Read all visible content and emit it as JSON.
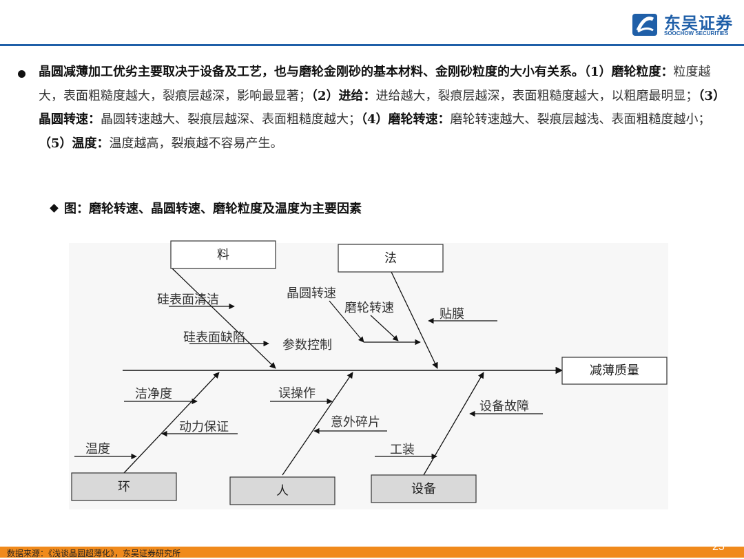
{
  "brand": {
    "name_cn": "东吴证券",
    "name_en": "SOOCHOW SECURITIES"
  },
  "bullet": {
    "segments": [
      {
        "t": "晶圆减薄加工优劣主要取决于设备及工艺，也与磨轮金刚砂的基本材料、金刚砂粒度的大小有关系。（1）",
        "b": true
      },
      {
        "t": "磨轮粒度：",
        "b": true
      },
      {
        "t": "粒度越大，表面粗糙度越大，裂痕层越深，影响最显著；",
        "b": false
      },
      {
        "t": "（2）进给：",
        "b": true
      },
      {
        "t": "进给越大，裂痕层越深，表面粗糙度越大，以粗磨最明显；",
        "b": false
      },
      {
        "t": "（3）晶圆转速：",
        "b": true
      },
      {
        "t": "晶圆转速越大、裂痕层越深、表面粗糙度越大；",
        "b": false
      },
      {
        "t": "（4）磨轮转速：",
        "b": true
      },
      {
        "t": "磨轮转速越大、裂痕层越浅、表面粗糙度越小；",
        "b": false
      },
      {
        "t": "（5）温度：",
        "b": true
      },
      {
        "t": "温度越高，裂痕越不容易产生。",
        "b": false
      }
    ]
  },
  "figure": {
    "title": "图：磨轮转速、晶圆转速、磨轮粒度及温度为主要因素",
    "result": "减薄质量",
    "categories": {
      "material": "料",
      "method": "法",
      "environment": "环",
      "people": "人",
      "equipment": "设备"
    },
    "causes": {
      "material_1": "硅表面清洁",
      "material_2": "硅表面缺陷",
      "method_1": "晶圆转速",
      "method_2": "磨轮转速",
      "method_3": "贴膜",
      "method_4": "参数控制",
      "environment_1": "洁净度",
      "environment_2": "动力保证",
      "environment_3": "温度",
      "people_1": "误操作",
      "people_2": "意外碎片",
      "equipment_1": "设备故障",
      "equipment_2": "工装"
    }
  },
  "footer": {
    "source": "数据来源：《浅谈晶圆超薄化》，东吴证券研究所",
    "page": "25"
  },
  "colors": {
    "brand_blue": "#1f5fa8",
    "footer_orange": "#f08a1c",
    "box_gray": "#d9d9d9",
    "panel_bg": "#f7f7f7"
  }
}
